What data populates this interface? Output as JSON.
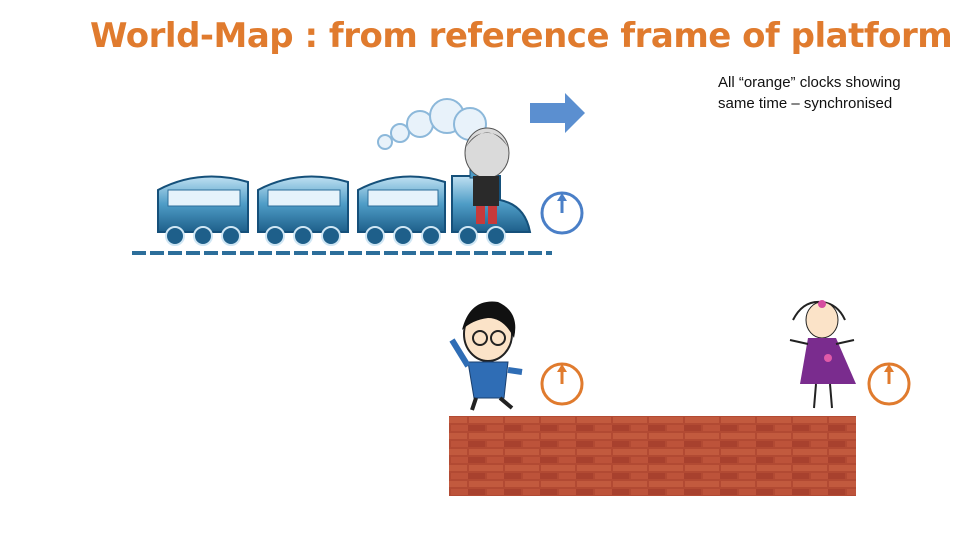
{
  "title": "World-Map : from reference frame of platform",
  "note": {
    "line1": "All “orange” clocks showing",
    "line2": "same time – synchronised"
  },
  "colors": {
    "title": "#E07B2E",
    "clock_blue": "#4A7FC7",
    "clock_orange": "#E07B2E",
    "arrow": "#5B8FD0",
    "brick": "#B24A33"
  },
  "clocks": [
    {
      "id": "train-clock",
      "color": "blue",
      "hand": "12 o'clock"
    },
    {
      "id": "platform-clock-left",
      "color": "orange",
      "hand": "12 o'clock"
    },
    {
      "id": "platform-clock-right",
      "color": "orange",
      "hand": "12 o'clock"
    }
  ],
  "direction_arrow": "right-arrow-icon"
}
